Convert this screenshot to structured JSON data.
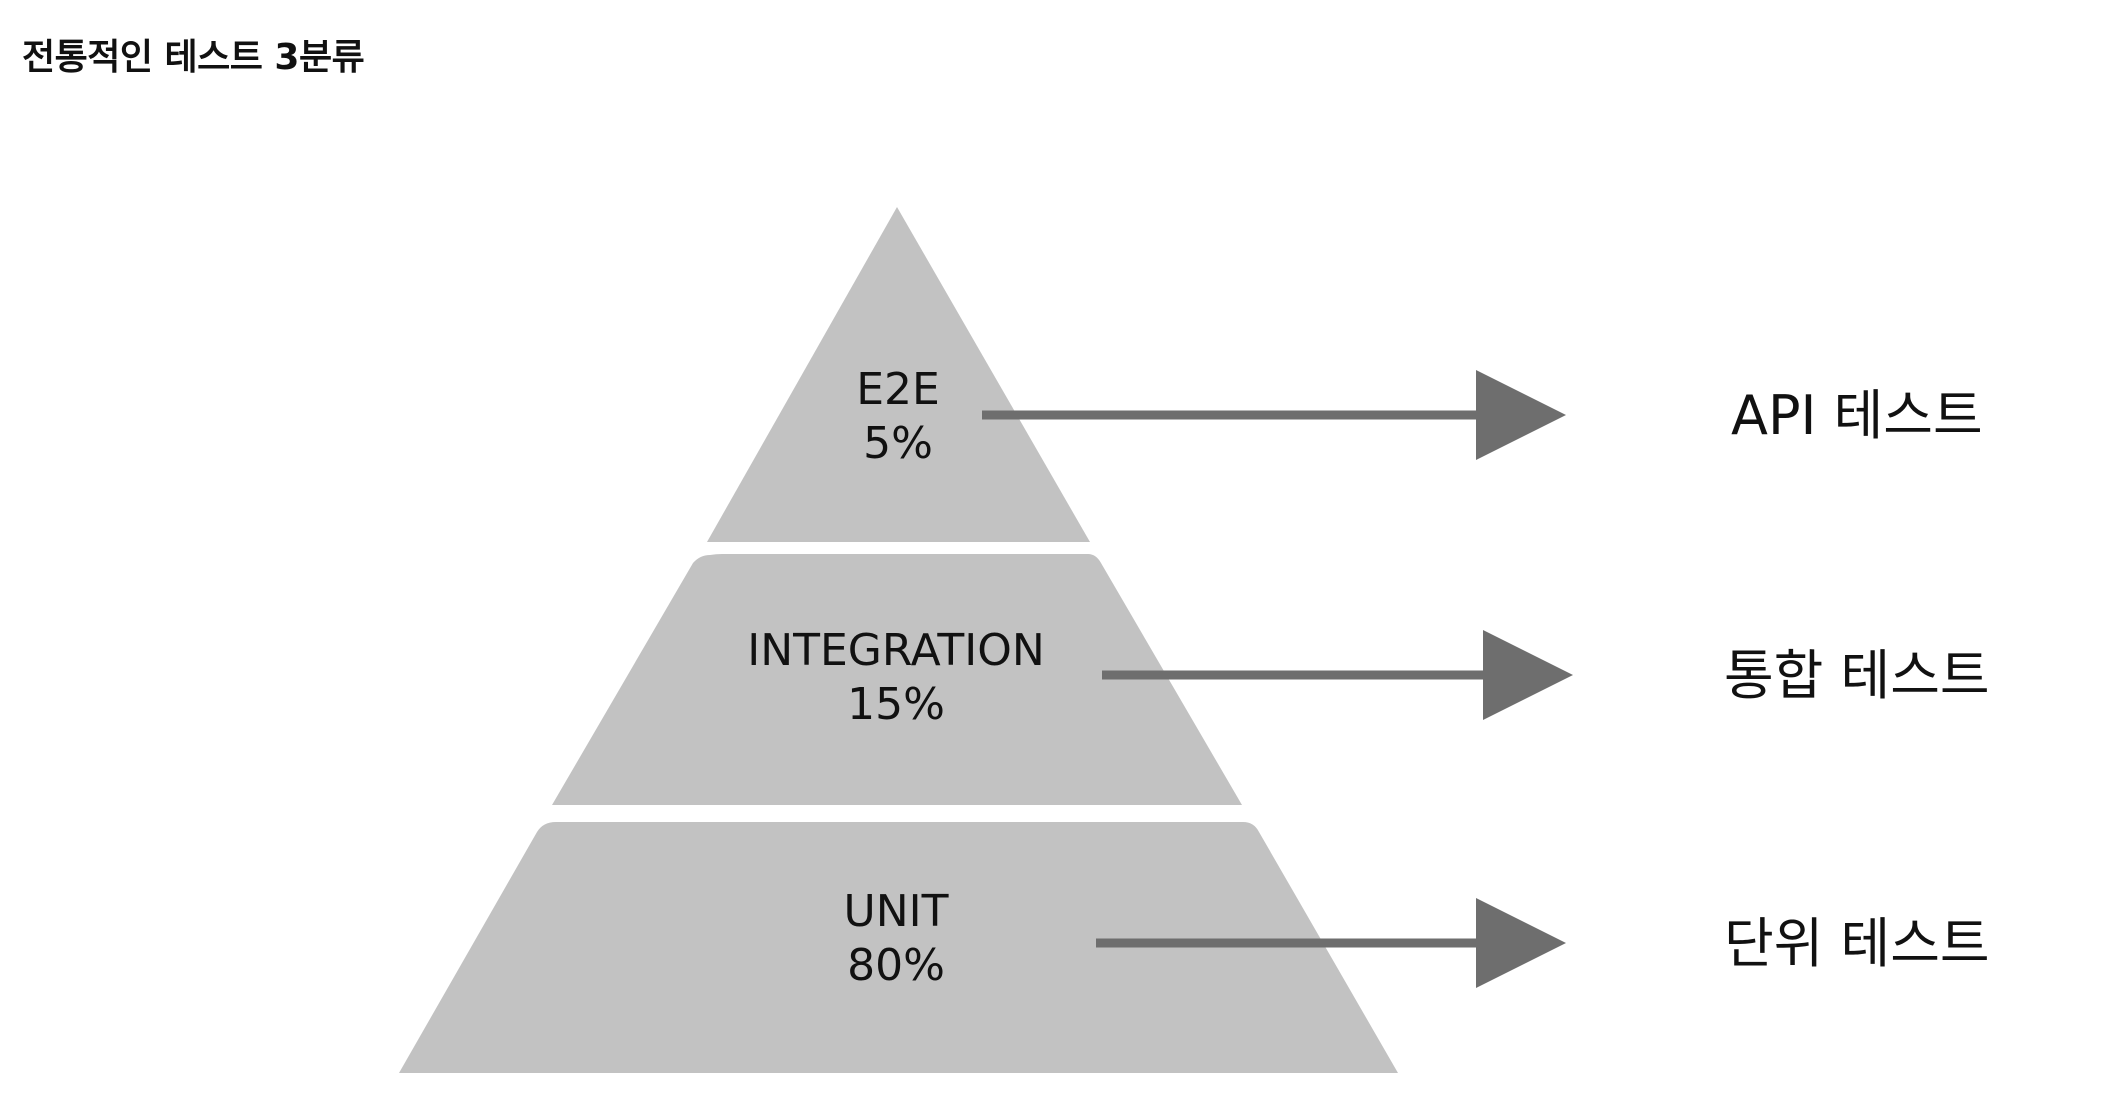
{
  "title": "전통적인 테스트 3분류",
  "colors": {
    "layer_fill": "#c2c2c2",
    "arrow": "#6e6e6e",
    "text": "#111111",
    "background": "#ffffff"
  },
  "pyramid": {
    "layers": [
      {
        "name": "E2E",
        "percent": "5%",
        "maps_to": "API 테스트"
      },
      {
        "name": "INTEGRATION",
        "percent": "15%",
        "maps_to": "통합 테스트"
      },
      {
        "name": "UNIT",
        "percent": "80%",
        "maps_to": "단위 테스트"
      }
    ]
  }
}
